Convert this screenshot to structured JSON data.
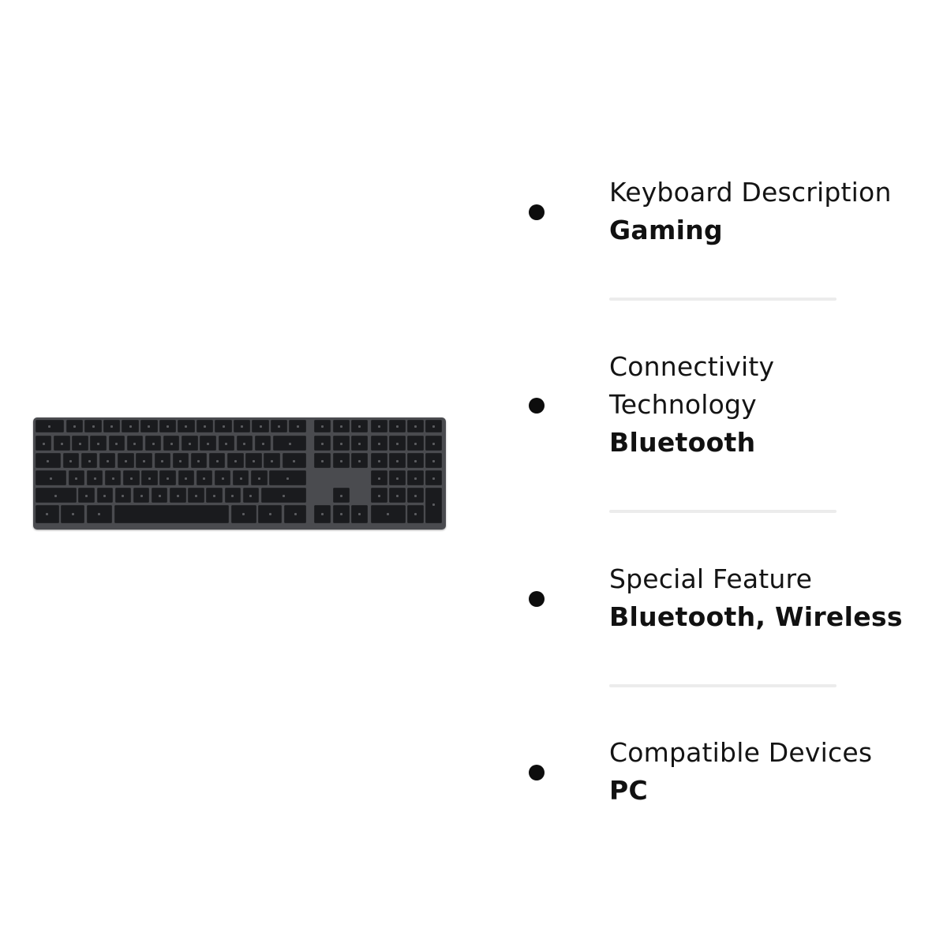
{
  "product_image": {
    "alt": "Wireless full-size keyboard with numeric keypad, space gray",
    "body_color": "#4a4b4f",
    "key_color": "#1a1b1e"
  },
  "features": [
    {
      "label": "Keyboard Description",
      "value": "Gaming"
    },
    {
      "label": "Connectivity Technology",
      "label_lines": [
        "Connectivity",
        "Technology"
      ],
      "value": "Bluetooth"
    },
    {
      "label": "Special Feature",
      "value": "Bluetooth, Wireless"
    },
    {
      "label": "Compatible Devices",
      "value": "PC"
    }
  ],
  "colors": {
    "background": "#ffffff",
    "text": "#111111",
    "bullet": "#0d0d0d",
    "divider": "#ececec"
  }
}
